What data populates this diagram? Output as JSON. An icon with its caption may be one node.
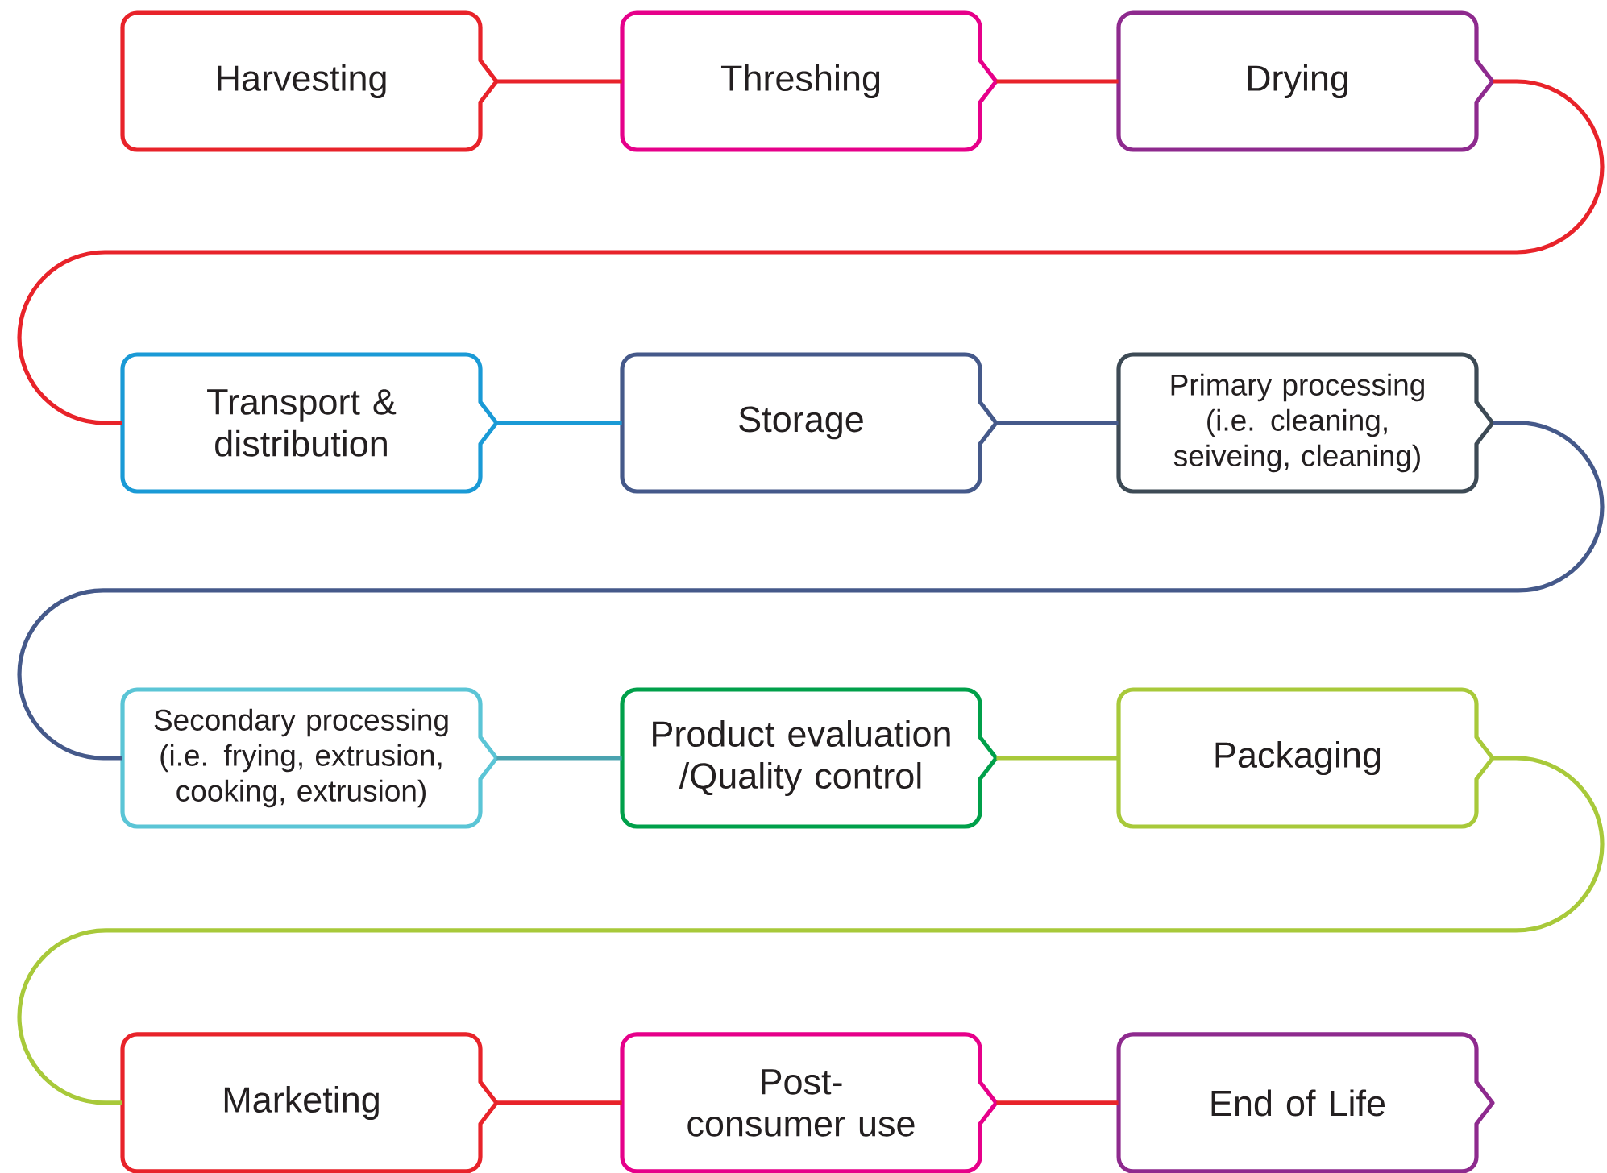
{
  "diagram": {
    "nodes": [
      {
        "text": [
          "Harvesting"
        ]
      },
      {
        "text": [
          "Threshing"
        ]
      },
      {
        "text": [
          "Drying"
        ]
      },
      {
        "text": [
          "Transport & distribution"
        ]
      },
      {
        "text": [
          "Storage"
        ]
      },
      {
        "text": [
          "Primary processing (i.e. cleaning, seiveing, cleaning)"
        ]
      },
      {
        "text": [
          "Secondary processing (i.e. frying, extrusion, cooking, extrusion)"
        ]
      },
      {
        "text": [
          "Product evaluation /Quality control"
        ]
      },
      {
        "text": [
          "Packaging"
        ]
      },
      {
        "text": [
          "Marketing"
        ]
      },
      {
        "text": [
          "Post-consumer use"
        ]
      },
      {
        "text": [
          "End of Life"
        ]
      }
    ],
    "edges": [
      {
        "from": 0,
        "to": 1,
        "arrow": "none",
        "color": "#e8232a"
      },
      {
        "from": 1,
        "to": 2,
        "arrow": "none",
        "color": "#e8232a"
      },
      {
        "from": 2,
        "to": 3,
        "arrow": "none",
        "color": "#e8232a"
      },
      {
        "from": 3,
        "to": 4,
        "arrow": "none",
        "color": "#1a9ad6"
      },
      {
        "from": 4,
        "to": 5,
        "arrow": "none",
        "color": "#45598a"
      },
      {
        "from": 5,
        "to": 6,
        "arrow": "none",
        "color": "#45598a"
      },
      {
        "from": 6,
        "to": 7,
        "arrow": "none",
        "color": "#4aa3b0"
      },
      {
        "from": 7,
        "to": 8,
        "arrow": "none",
        "color": "#a8c93a"
      },
      {
        "from": 8,
        "to": 9,
        "arrow": "none",
        "color": "#a8c93a"
      },
      {
        "from": 9,
        "to": 10,
        "arrow": "none",
        "color": "#e8232a"
      },
      {
        "from": 10,
        "to": 11,
        "arrow": "none",
        "color": "#e8232a"
      }
    ]
  }
}
